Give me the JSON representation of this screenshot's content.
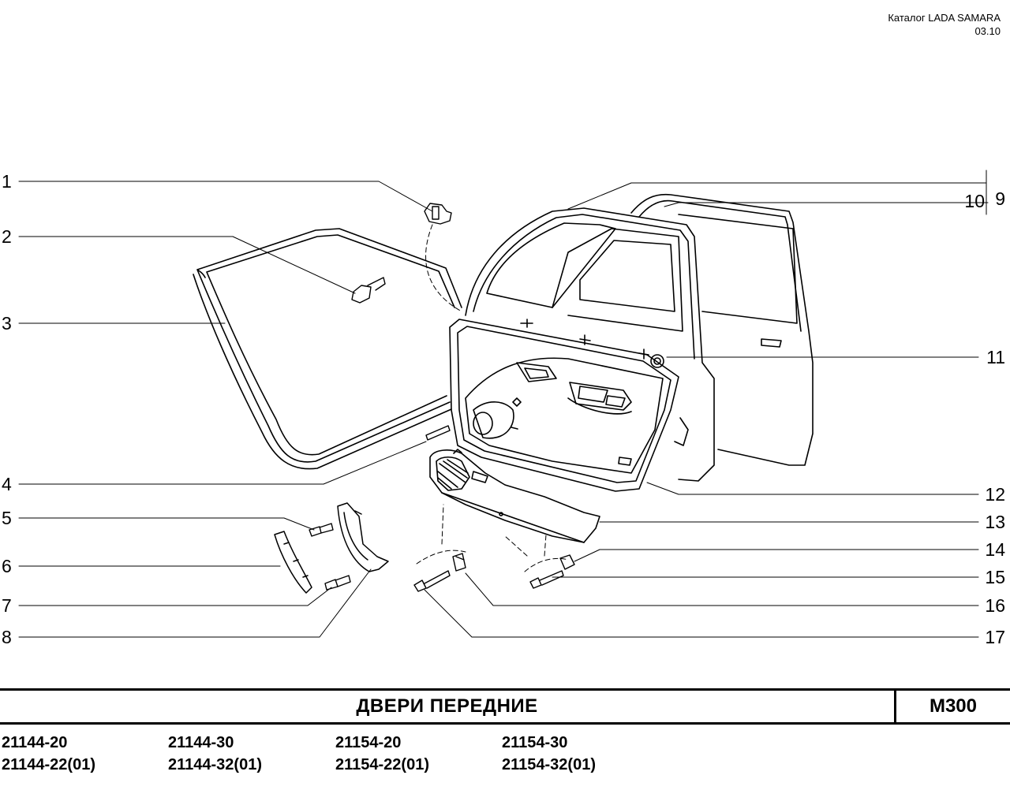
{
  "header": {
    "catalog": "Каталог  LADA SAMARA",
    "date": "03.10"
  },
  "callouts": {
    "left": [
      "1",
      "2",
      "3",
      "4",
      "5",
      "6",
      "7",
      "8"
    ],
    "right": [
      "9",
      "10",
      "11",
      "12",
      "13",
      "14",
      "15",
      "16",
      "17"
    ]
  },
  "title": {
    "text": "ДВЕРИ   ПЕРЕДНИЕ",
    "code": "M300"
  },
  "models": {
    "row1": [
      "21144-20",
      "21144-30",
      "21154-20",
      "21154-30"
    ],
    "row2": [
      "21144-22(01)",
      "21144-32(01)",
      "21154-22(01)",
      "21154-32(01)"
    ]
  }
}
